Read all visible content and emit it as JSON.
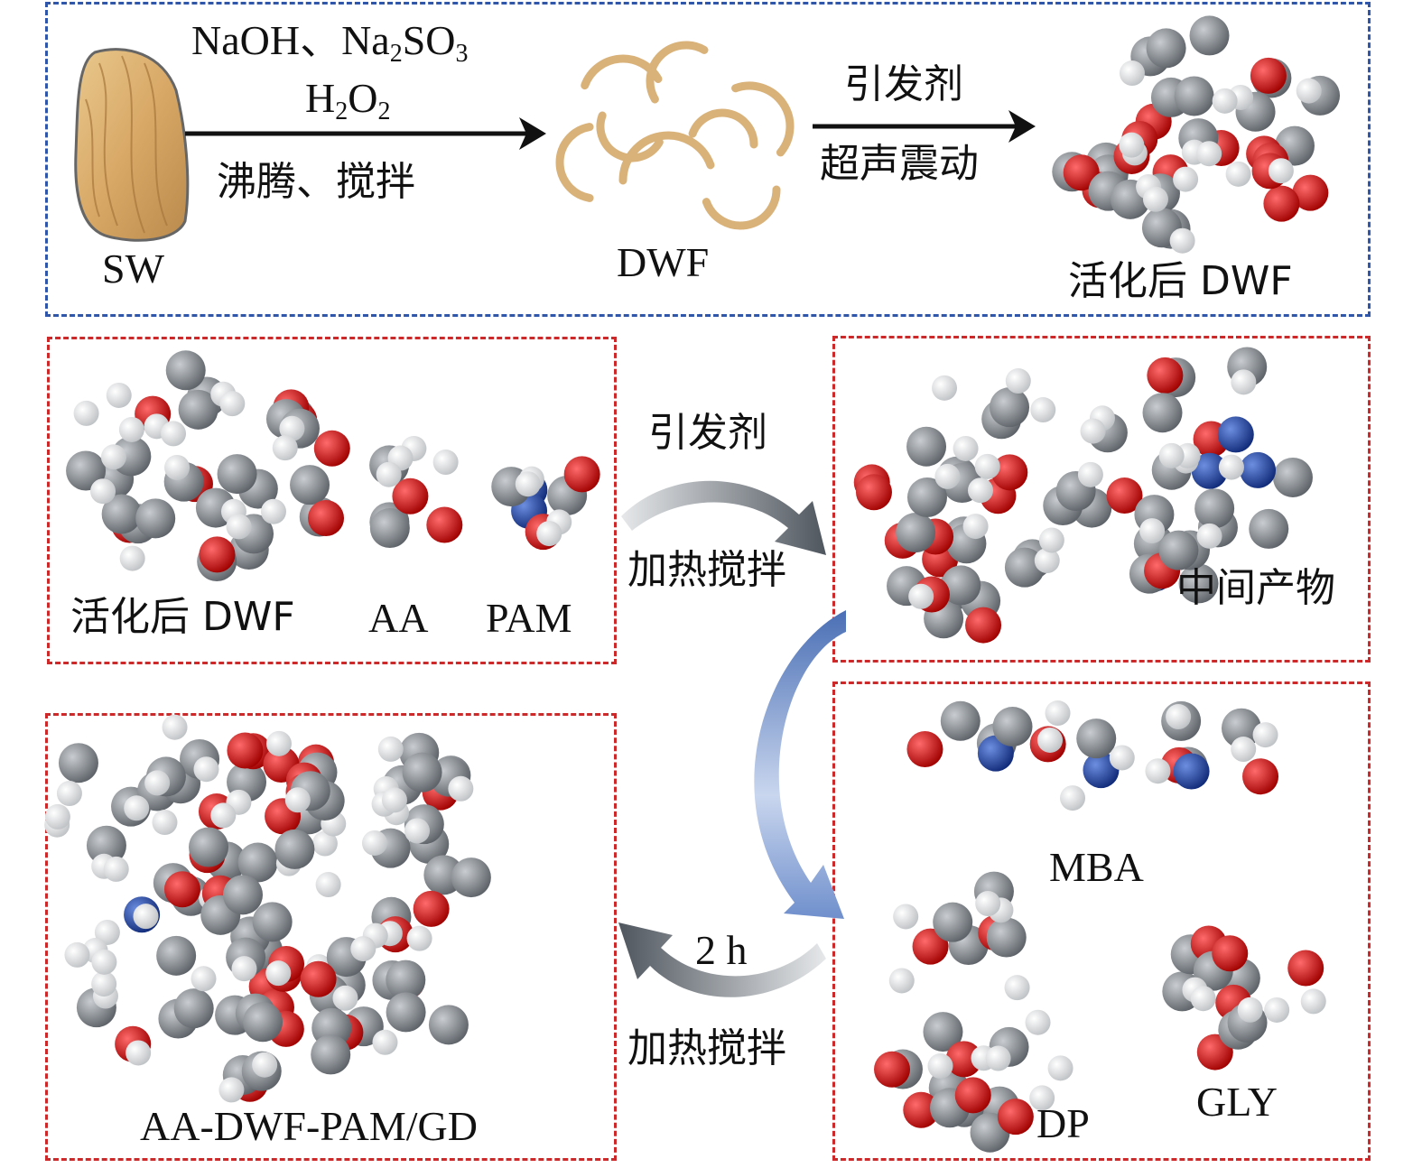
{
  "step1": {
    "reagents_line1_a": "NaOH、Na",
    "reagents_line1_sub": "2",
    "reagents_line1_b": "SO",
    "reagents_line1_sub2": "3",
    "reagents_line2_a": "H",
    "reagents_line2_sub": "2",
    "reagents_line2_b": "O",
    "reagents_line2_sub2": "2",
    "condition": "沸腾、搅拌",
    "sw_label": "SW",
    "dwf_label": "DWF",
    "initiator": "引发剂",
    "ultrasound": "超声震动",
    "activated_label": "活化后 DWF"
  },
  "step2": {
    "activated_label": "活化后 DWF",
    "aa_label": "AA",
    "pam_label": "PAM",
    "initiator": "引发剂",
    "heating": "加热搅拌",
    "intermediate_label": "中间产物"
  },
  "step3": {
    "mba_label": "MBA",
    "dp_label": "DP",
    "gly_label": "GLY",
    "time": "2 h",
    "heating": "加热搅拌",
    "product_label": "AA-DWF-PAM/GD"
  },
  "colors": {
    "blue_border": "#2f56a8",
    "red_border": "#cc2a2a",
    "carbon": "#7d8288",
    "oxygen": "#d01818",
    "hydrogen": "#f4f4f4",
    "nitrogen": "#1f3f9c"
  }
}
